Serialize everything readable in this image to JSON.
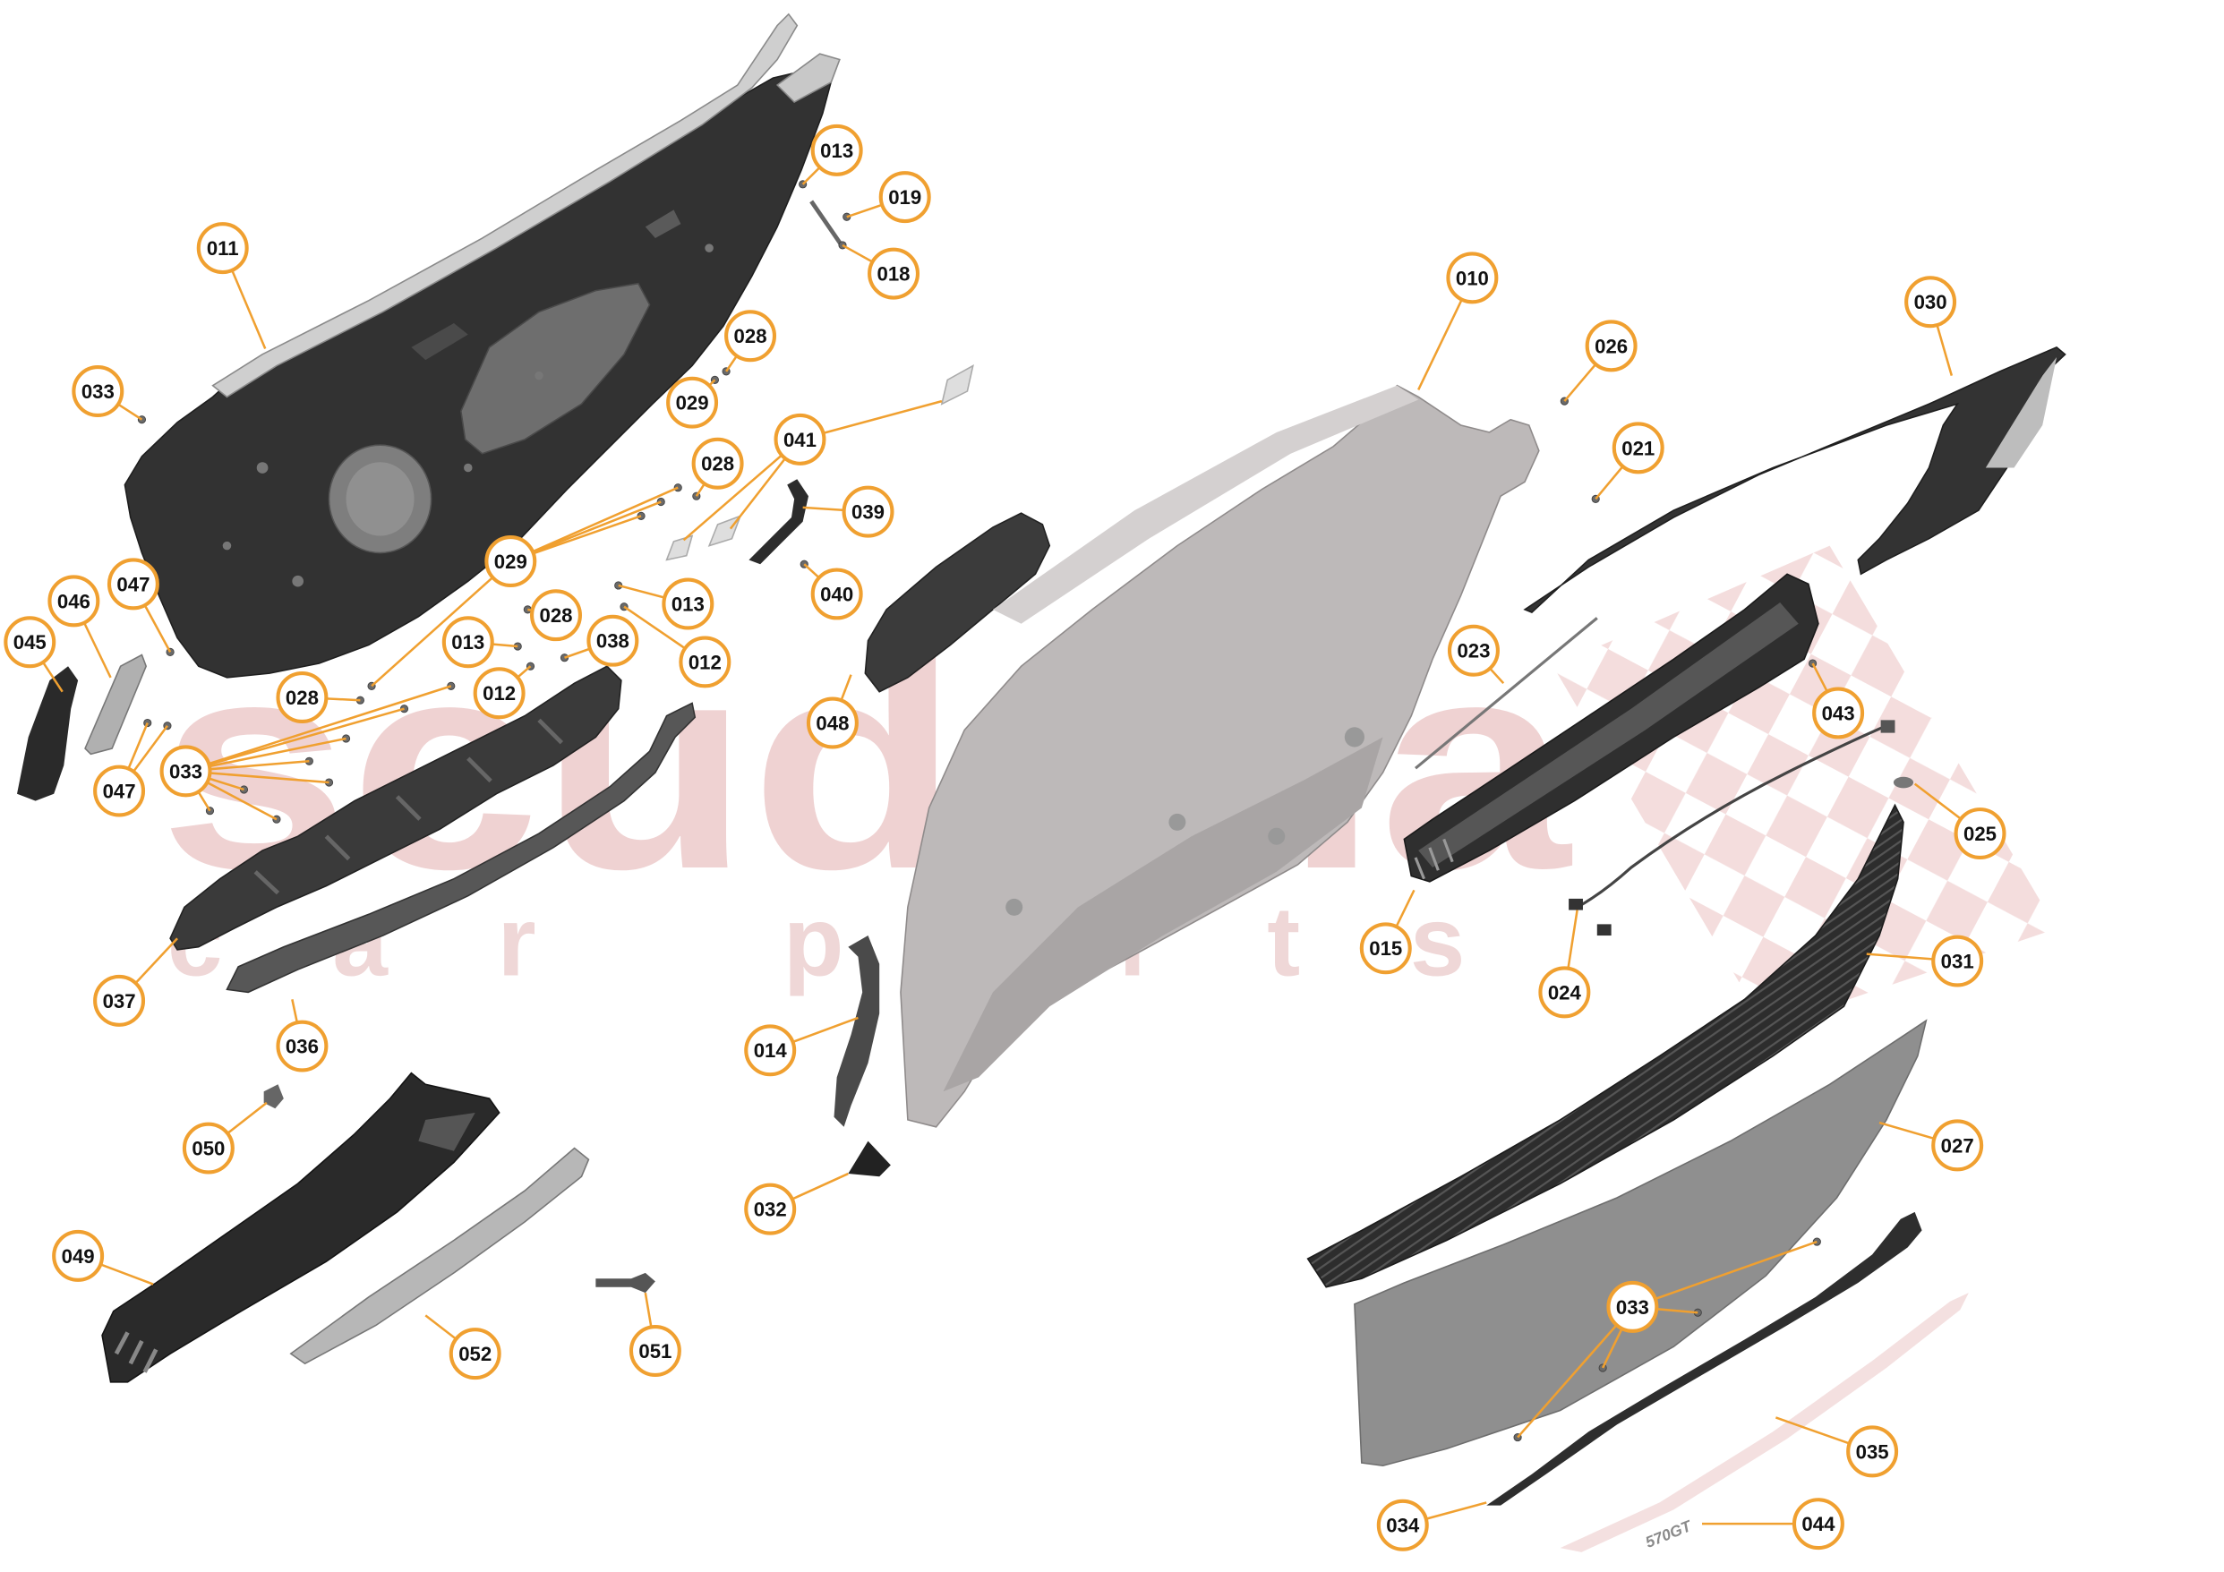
{
  "callouts": [
    {
      "label": "013"
    },
    {
      "label": "019"
    },
    {
      "label": "018"
    },
    {
      "label": "011"
    },
    {
      "label": "028"
    },
    {
      "label": "029"
    },
    {
      "label": "033"
    },
    {
      "label": "041"
    },
    {
      "label": "028"
    },
    {
      "label": "039"
    },
    {
      "label": "029"
    },
    {
      "label": "040"
    },
    {
      "label": "013"
    },
    {
      "label": "028"
    },
    {
      "label": "046"
    },
    {
      "label": "047"
    },
    {
      "label": "045"
    },
    {
      "label": "013"
    },
    {
      "label": "038"
    },
    {
      "label": "012"
    },
    {
      "label": "012"
    },
    {
      "label": "028"
    },
    {
      "label": "048"
    },
    {
      "label": "033"
    },
    {
      "label": "047"
    },
    {
      "label": "037"
    },
    {
      "label": "036"
    },
    {
      "label": "050"
    },
    {
      "label": "049"
    },
    {
      "label": "052"
    },
    {
      "label": "051"
    },
    {
      "label": "014"
    },
    {
      "label": "032"
    },
    {
      "label": "010"
    },
    {
      "label": "026"
    },
    {
      "label": "030"
    },
    {
      "label": "021"
    },
    {
      "label": "023"
    },
    {
      "label": "043"
    },
    {
      "label": "025"
    },
    {
      "label": "015"
    },
    {
      "label": "024"
    },
    {
      "label": "031"
    },
    {
      "label": "027"
    },
    {
      "label": "033"
    },
    {
      "label": "035"
    },
    {
      "label": "034"
    },
    {
      "label": "044"
    }
  ],
  "part_marking": "570GT",
  "watermark": {
    "brand": "scuderia",
    "tagline": "car parts"
  },
  "colors": {
    "callout_ring": "#f0a030",
    "callout_fill": "#ffffff",
    "leader_line": "#f0a030",
    "watermark": "#e4b0b0",
    "part_dark": "#2f2f2f",
    "part_light": "#bcb8b8"
  }
}
